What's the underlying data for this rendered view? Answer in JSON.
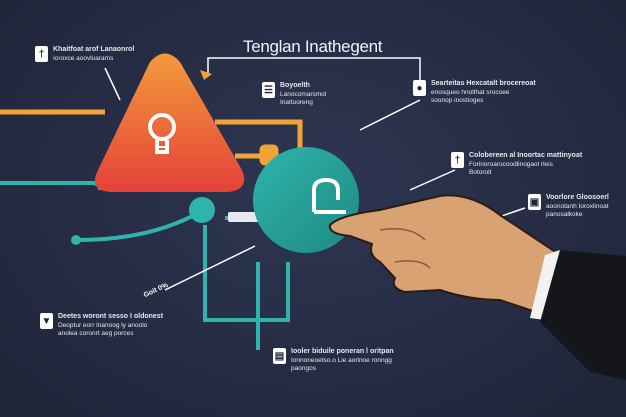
{
  "title": "Tenglan Inathegent",
  "callouts": [
    {
      "icon": "fire-extinguisher-icon",
      "glyph": "†",
      "line1": "Khaitfoat arof Lanaonrol",
      "line2": "Ioroxce aoovluarams",
      "line3": ""
    },
    {
      "icon": "clipboard-icon",
      "glyph": "☰",
      "line1": "Boyoelth",
      "line2": "Lanocomarsmol",
      "line3": "Inattuoreng"
    },
    {
      "icon": "user-icon",
      "glyph": "●",
      "line1": "Searteitas Hexcatalt brocereoat",
      "line2": "enosqueo hnolthat srocoee",
      "line3": "soonop inostioges"
    },
    {
      "icon": "tool-icon",
      "glyph": "†",
      "line1": "Colobereen al Inoortac mattinyoat",
      "line2": "Forinoroarocoodlinogaol rleis",
      "line3": "Botorolt"
    },
    {
      "icon": "save-icon",
      "glyph": "▣",
      "line1": "Voorlore Gloosoerl",
      "line2": "aoonotanh Ioroxlinoat",
      "line3": "panosalkoke"
    },
    {
      "icon": "bottle-icon",
      "glyph": "▼",
      "line1": "Deetes woront sesso I oldonest",
      "line2": "Deoptur eorr lnanoog ly anoolo",
      "line3": "anolea coronrt aeg porces"
    },
    {
      "icon": "printer-icon",
      "glyph": "▤",
      "line1": "Iooler biduile poneran l oritpan",
      "line2": "Ionnoneoetso.o Lie aorlnoe ronngg",
      "line3": "paongos"
    }
  ],
  "pointer_label": "Goit 0%",
  "colors": {
    "background": "#262c44",
    "orange": "#f39a3a",
    "red": "#e5413a",
    "teal": "#2fb3ad",
    "skin": "#d9a273",
    "sleeve": "#15161c"
  }
}
